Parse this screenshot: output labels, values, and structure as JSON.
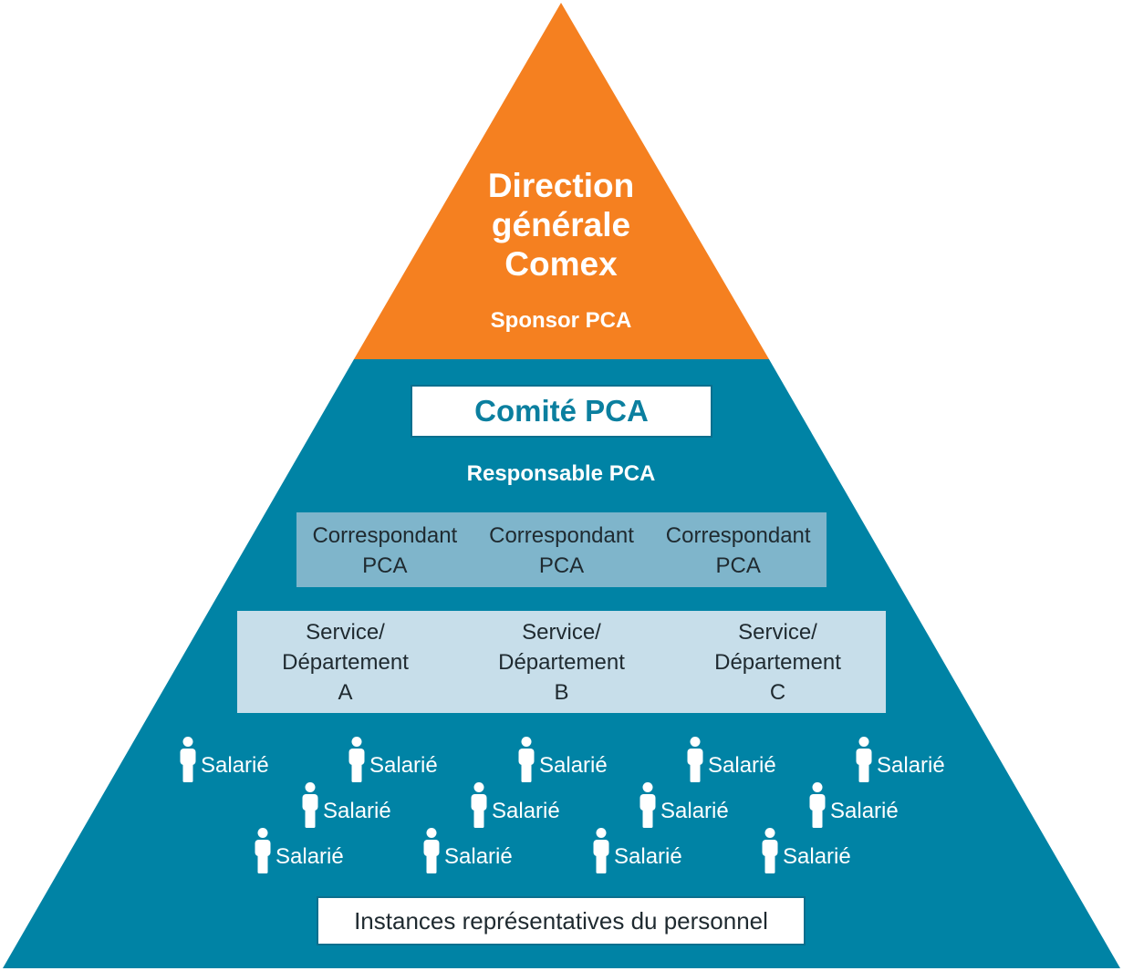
{
  "colors": {
    "apex": "#f58020",
    "base": "#0083a5",
    "correspondant_band": "#7fb5cb",
    "service_band": "#c7deea",
    "box_text": "#0b7f9f"
  },
  "apex": {
    "title_lines": [
      "Direction",
      "générale",
      "Comex"
    ],
    "subtitle": "Sponsor PCA"
  },
  "comite": {
    "label": "Comité PCA"
  },
  "responsable": {
    "label": "Responsable PCA"
  },
  "correspondants": [
    {
      "line1": "Correspondant",
      "line2": "PCA"
    },
    {
      "line1": "Correspondant",
      "line2": "PCA"
    },
    {
      "line1": "Correspondant",
      "line2": "PCA"
    }
  ],
  "services": [
    {
      "line1": "Service/",
      "line2": "Département",
      "line3": "A"
    },
    {
      "line1": "Service/",
      "line2": "Département",
      "line3": "B"
    },
    {
      "line1": "Service/",
      "line2": "Département",
      "line3": "C"
    }
  ],
  "employee_icon": "person-icon",
  "employees": [
    "Salarié",
    "Salarié",
    "Salarié",
    "Salarié",
    "Salarié",
    "Salarié",
    "Salarié",
    "Salarié",
    "Salarié",
    "Salarié",
    "Salarié",
    "Salarié",
    "Salarié"
  ],
  "instances": {
    "label": "Instances représentatives du personnel"
  }
}
